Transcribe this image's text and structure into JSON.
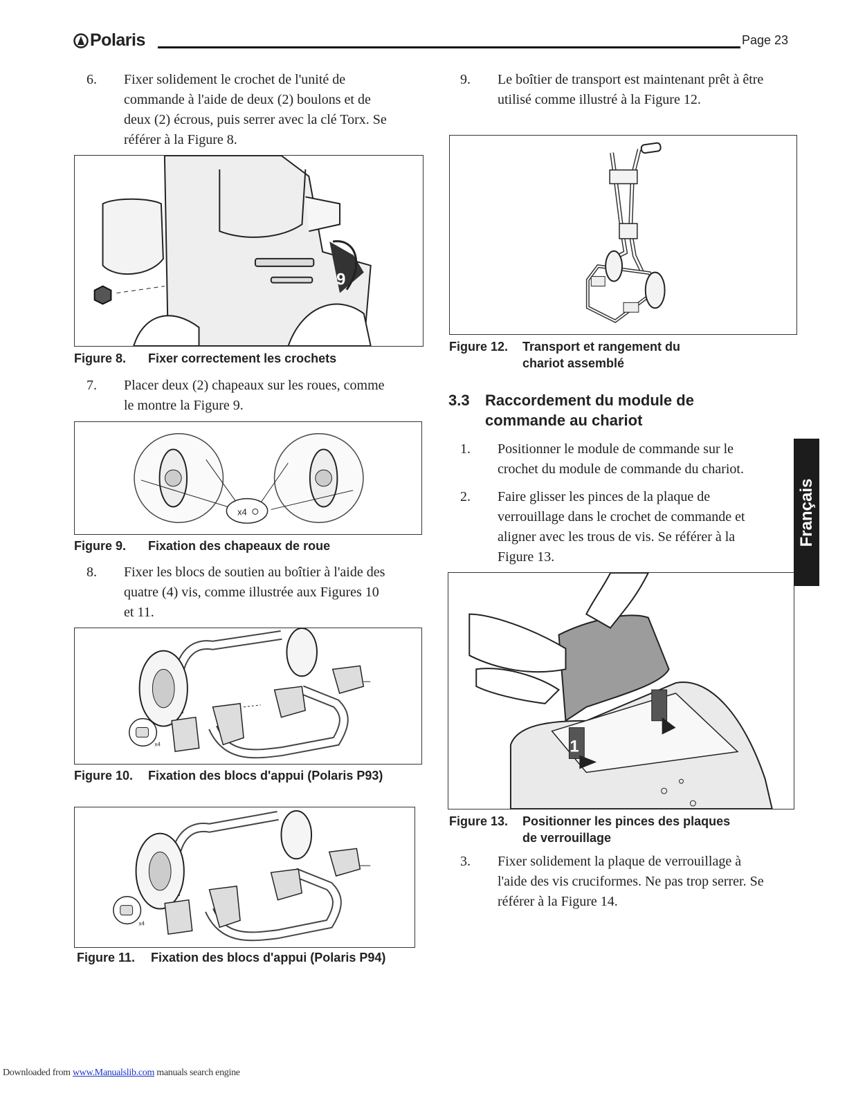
{
  "header": {
    "brand": "Polaris",
    "page_label": "Page 23"
  },
  "left_column": {
    "step6": {
      "number": "6.",
      "lines": [
        "Fixer solidement le crochet de l'unité de",
        "commande à l'aide de deux (2) boulons et de",
        "deux (2) écrous, puis serrer avec la clé Torx. Se",
        "référer à la Figure 8."
      ]
    },
    "figure8": {
      "label": "Figure 8.",
      "title": "Fixer correctement les crochets",
      "callout": "9"
    },
    "step7": {
      "number": "7.",
      "lines": [
        "Placer deux (2) chapeaux sur les roues, comme",
        "le montre la Figure 9."
      ]
    },
    "figure9": {
      "label": "Figure 9.",
      "title": "Fixation des chapeaux de roue",
      "callout": "x4"
    },
    "step8": {
      "number": "8.",
      "lines": [
        "Fixer les blocs de soutien au boîtier à l'aide des",
        "quatre (4) vis, comme illustrée aux Figures 10",
        "et 11."
      ]
    },
    "figure10": {
      "label": "Figure 10.",
      "title": "Fixation des blocs d'appui (Polaris P93)",
      "callout": "x4"
    },
    "figure11": {
      "label": "Figure 11.",
      "title": "Fixation des blocs d'appui (Polaris P94)",
      "callout": "x4"
    }
  },
  "right_column": {
    "step9": {
      "number": "9.",
      "lines": [
        "Le boîtier de transport est maintenant prêt à être",
        "utilisé comme illustré à la Figure 12."
      ]
    },
    "figure12": {
      "label": "Figure 12.",
      "lines": [
        "Transport et rangement du",
        "chariot assemblé"
      ]
    },
    "section": {
      "number": "3.3",
      "lines": [
        "Raccordement du module de",
        "commande au chariot"
      ]
    },
    "step1": {
      "number": "1.",
      "lines": [
        "Positionner le module de commande sur le",
        "crochet du module de commande du chariot."
      ]
    },
    "step2": {
      "number": "2.",
      "lines": [
        "Faire glisser les pinces de la plaque de",
        "verrouillage dans le crochet de commande et",
        "aligner avec les trous de vis. Se référer à la",
        "Figure 13."
      ]
    },
    "figure13": {
      "label": "Figure 13.",
      "lines": [
        "Positionner les pinces des plaques",
        "de verrouillage"
      ],
      "callout": "1"
    },
    "step3": {
      "number": "3.",
      "lines": [
        "Fixer solidement la plaque de verrouillage à",
        "l'aide des vis cruciformes. Ne pas trop serrer. Se",
        "référer à la Figure 14."
      ]
    }
  },
  "side_tab": {
    "label": "Français"
  },
  "footer": {
    "prefix": "Downloaded from ",
    "link": "www.Manualslib.com",
    "suffix": " manuals search engine"
  }
}
